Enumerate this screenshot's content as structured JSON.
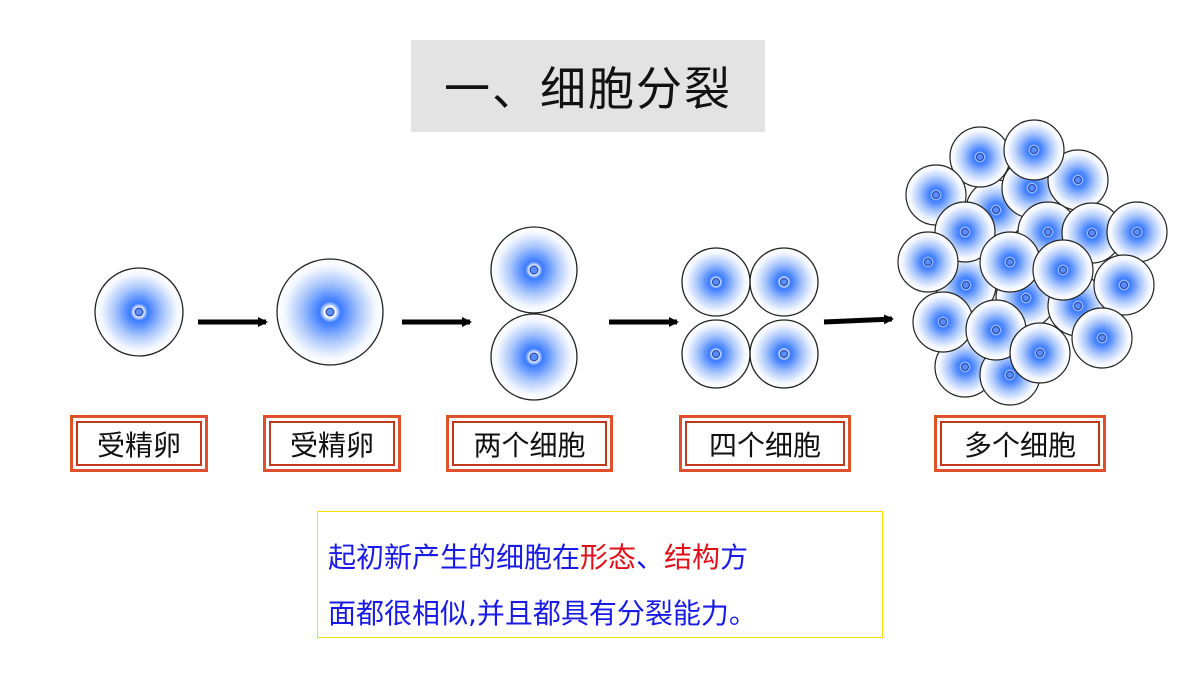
{
  "title": "一、细胞分裂",
  "stages": [
    {
      "label": "受精卵"
    },
    {
      "label": "受精卵"
    },
    {
      "label": "两个细胞"
    },
    {
      "label": "四个细胞"
    },
    {
      "label": "多个细胞"
    }
  ],
  "description": {
    "line1": {
      "a": "起初新产生的细胞在",
      "b": "形态",
      "c": "、",
      "d": "结构",
      "e": "方"
    },
    "line2": "面都很相似,并且都具有分裂能力。"
  },
  "colors": {
    "text_blue": "#1a1ae6",
    "text_red": "#e0101a",
    "label_border": "#e0502a",
    "cell_center": "#3a7bff",
    "title_bg": "#e3e3e3"
  }
}
